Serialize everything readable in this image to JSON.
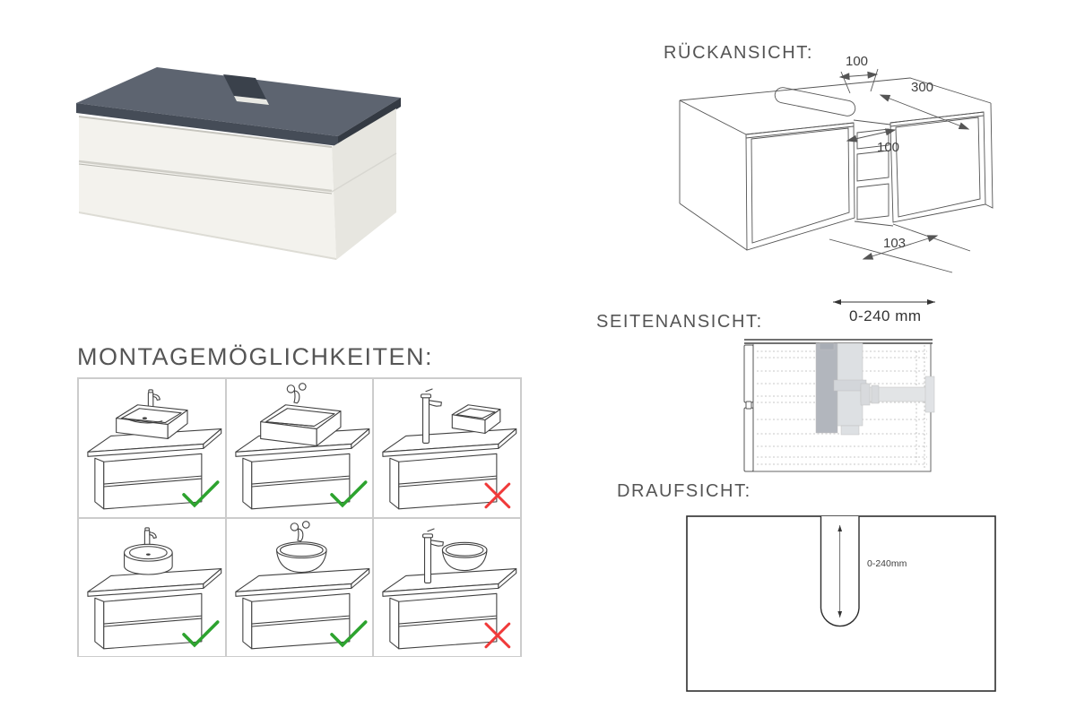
{
  "page": {
    "background": "#ffffff"
  },
  "product": {
    "name": "vanity-cabinet-photo",
    "countertop_color": "#5d6470",
    "body_color": "#f3f2ed"
  },
  "views": {
    "rear": {
      "label": "RÜCKANSICHT:",
      "dims": {
        "slot_width": "100",
        "cutout_depth": "300",
        "inner_width": "100",
        "bottom_offset": "103"
      }
    },
    "side": {
      "label": "SEITENANSICHT:",
      "adjust_range": "0-240 mm"
    },
    "top": {
      "label": "DRAUFSICHT:",
      "slot_depth": "0-240mm"
    }
  },
  "montage": {
    "heading": "MONTAGEMÖGLICHKEITEN:",
    "check_color": "#2da32f",
    "cross_color": "#f03a3a",
    "options": [
      {
        "basin": "rectangular-basin",
        "faucet": "deck-mounted-faucet",
        "result": "ok"
      },
      {
        "basin": "rectangular-basin",
        "faucet": "wall-mounted-faucet",
        "result": "ok"
      },
      {
        "basin": "rectangular-basin-right",
        "faucet": "tall-countertop-faucet-left",
        "result": "not-allowed"
      },
      {
        "basin": "round-basin",
        "faucet": "deck-mounted-faucet",
        "result": "ok"
      },
      {
        "basin": "round-bowl",
        "faucet": "wall-mounted-faucet",
        "result": "ok"
      },
      {
        "basin": "round-bowl-right",
        "faucet": "tall-countertop-faucet-left",
        "result": "not-allowed"
      }
    ]
  }
}
